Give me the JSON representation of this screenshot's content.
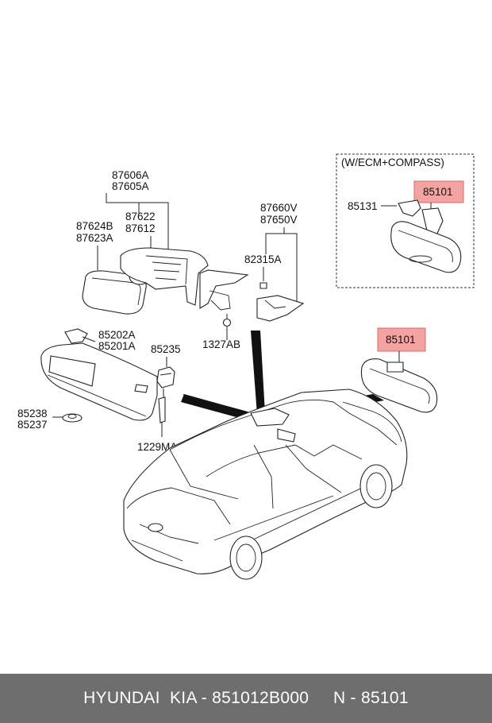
{
  "labels": {
    "mirror_outer_a": "87606A",
    "mirror_outer_b": "87605A",
    "mirror_glass_a": "87624B",
    "mirror_glass_b": "87623A",
    "mirror_actuator_a": "87622",
    "mirror_actuator_b": "87612",
    "mirror_cover_a": "87660V",
    "mirror_cover_b": "87650V",
    "screw_nut": "82315A",
    "screw_bolt": "1327AB",
    "visor_a": "85202A",
    "visor_b": "85201A",
    "visor_retainer": "85235",
    "visor_hook_a": "85238",
    "visor_hook_b": "85237",
    "visor_screw": "1229MA",
    "inset_title": "(W/ECM+COMPASS)",
    "inset_cover": "85131",
    "inset_mirror": "85101",
    "inside_mirror": "85101"
  },
  "colors": {
    "highlight": "#f4a3a3",
    "footer_bg": "#6e6e6e",
    "footer_text": "#ffffff"
  },
  "footer": {
    "text": "HYUNDAI  KIA - 851012B000     N - 85101"
  }
}
